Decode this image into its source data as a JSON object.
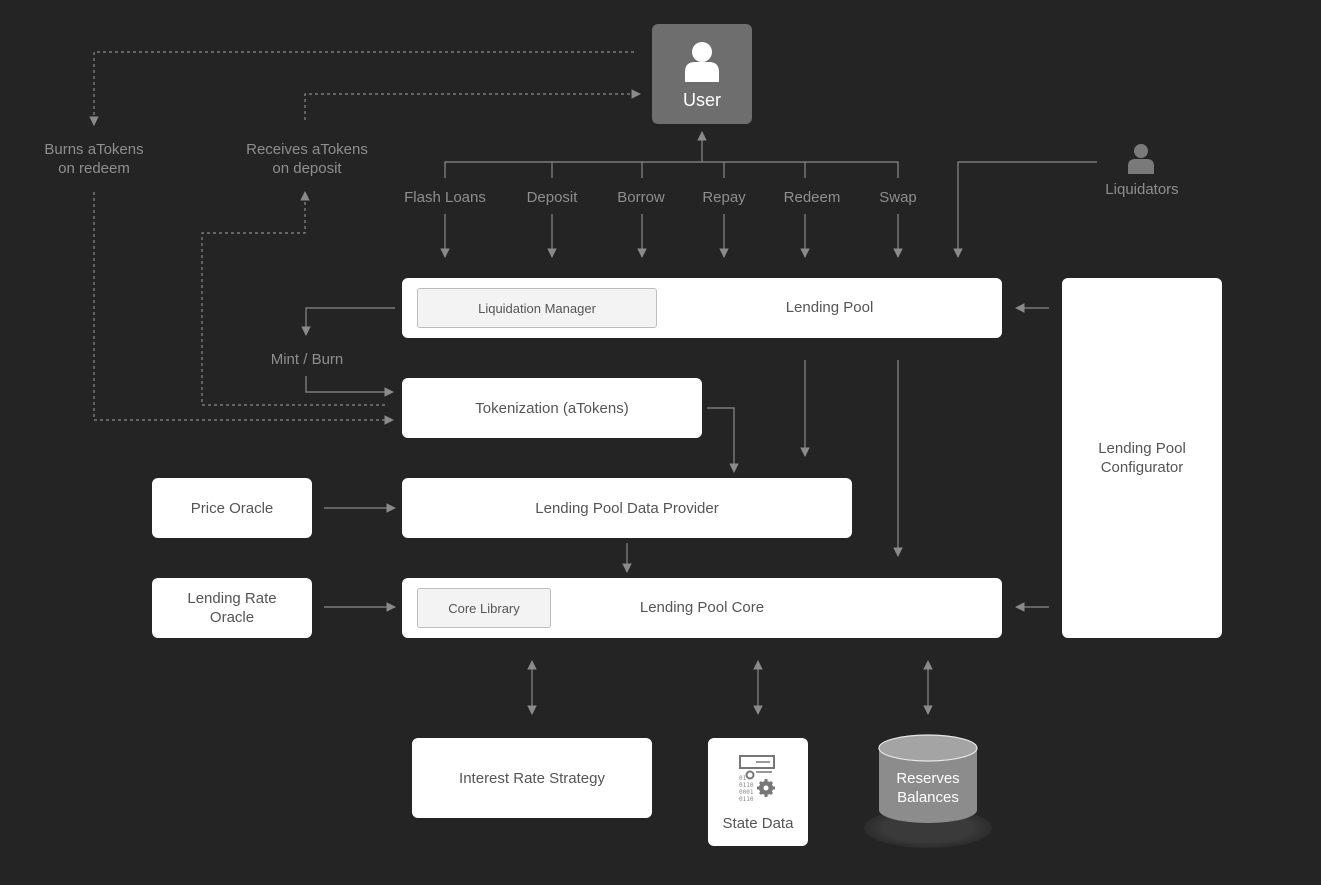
{
  "user": {
    "label": "User"
  },
  "liquidators": {
    "label": "Liquidators"
  },
  "side_labels": {
    "burns": "Burns aTokens\non redeem",
    "receives": "Receives aTokens\non deposit",
    "mint_burn": "Mint / Burn"
  },
  "actions": [
    "Flash Loans",
    "Deposit",
    "Borrow",
    "Repay",
    "Redeem",
    "Swap"
  ],
  "boxes": {
    "liquidation_manager": "Liquidation Manager",
    "lending_pool": "Lending Pool",
    "tokenization": "Tokenization (aTokens)",
    "price_oracle": "Price Oracle",
    "data_provider": "Lending Pool Data Provider",
    "lending_rate_oracle": "Lending Rate\nOracle",
    "core_library": "Core Library",
    "lending_pool_core": "Lending Pool Core",
    "configurator": "Lending Pool\nConfigurator",
    "interest_rate_strategy": "Interest Rate Strategy",
    "state_data": "State Data",
    "reserves_balances": "Reserves\nBalances"
  },
  "state_icon_digits": [
    "01",
    "0110",
    "0001",
    "0110"
  ],
  "colors": {
    "background": "#242424",
    "box": "#ffffff",
    "user_box": "#6e6e6e",
    "line": "#8a8a8a",
    "label": "#8e8e8e"
  }
}
